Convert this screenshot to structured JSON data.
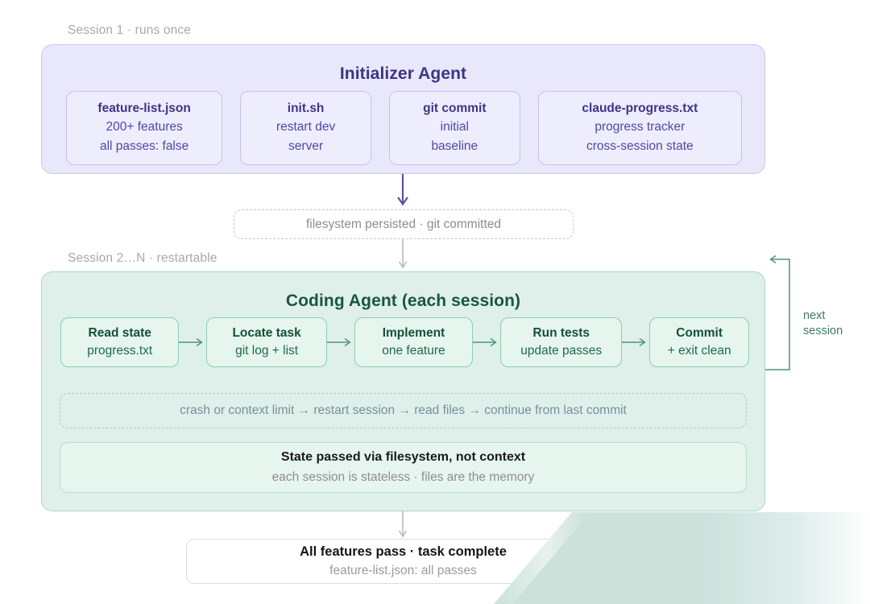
{
  "sections": {
    "session1_caption": "Session 1 · runs once",
    "session2_caption": "Session 2…N · restartable"
  },
  "initializer": {
    "title": "Initializer Agent",
    "cards": [
      {
        "title": "feature-list.json",
        "lines": [
          "200+ features",
          "all passes: false"
        ]
      },
      {
        "title": "init.sh",
        "lines": [
          "restart dev",
          "server"
        ]
      },
      {
        "title": "git commit",
        "lines": [
          "initial",
          "baseline"
        ]
      },
      {
        "title": "claude-progress.txt",
        "lines": [
          "progress tracker",
          "cross-session state"
        ]
      }
    ]
  },
  "connector_note": "filesystem persisted · git committed",
  "coding": {
    "title": "Coding Agent (each session)",
    "steps": [
      {
        "title": "Read state",
        "sub": "progress.txt"
      },
      {
        "title": "Locate task",
        "sub": "git log + list"
      },
      {
        "title": "Implement",
        "sub": "one feature"
      },
      {
        "title": "Run tests",
        "sub": "update passes"
      },
      {
        "title": "Commit",
        "sub": "+ exit clean"
      }
    ],
    "crash_note": "crash or context limit → restart session → read files → continue from last commit",
    "state_note": {
      "title": "State passed via filesystem, not context",
      "sub": "each session is stateless · files are the memory"
    },
    "loop_label_line1": "next",
    "loop_label_line2": "session"
  },
  "final": {
    "title": "All features pass · task complete",
    "sub": "feature-list.json: all passes"
  },
  "colors": {
    "purple_panel_bg": "#e9e8fb",
    "purple_panel_border": "#c9c6f0",
    "purple_card_bg": "#eeedfd",
    "purple_text": "#3d3585",
    "green_panel_bg": "#dff0ea",
    "green_panel_border": "#a9d6c6",
    "green_card_bg": "#e6f5ee",
    "green_text": "#14503a",
    "arrow_purple": "#5b52a8",
    "arrow_gray": "#b6b6bd",
    "arrow_green": "#4e947a",
    "muted_text": "#9a9aa2",
    "overlay_wipe": "#cbe1da"
  }
}
